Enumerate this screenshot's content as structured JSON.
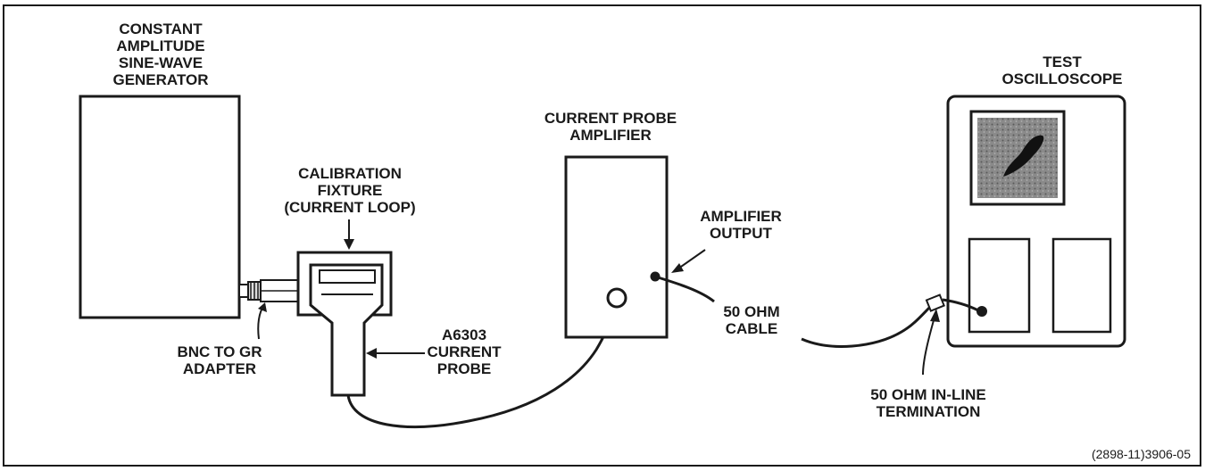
{
  "labels": {
    "generator": [
      "CONSTANT",
      "AMPLITUDE",
      "SINE-WAVE",
      "GENERATOR"
    ],
    "fixture": [
      "CALIBRATION",
      "FIXTURE",
      "(CURRENT LOOP)"
    ],
    "adapter": [
      "BNC TO GR",
      "ADAPTER"
    ],
    "probe": [
      "A6303",
      "CURRENT",
      "PROBE"
    ],
    "amplifier": [
      "CURRENT PROBE",
      "AMPLIFIER"
    ],
    "amp_output": [
      "AMPLIFIER",
      "OUTPUT"
    ],
    "cable": [
      "50 OHM",
      "CABLE"
    ],
    "oscilloscope": [
      "TEST",
      "OSCILLOSCOPE"
    ],
    "termination": [
      "50 OHM IN-LINE",
      "TERMINATION"
    ]
  },
  "figure_id": "(2898-11)3906-05"
}
